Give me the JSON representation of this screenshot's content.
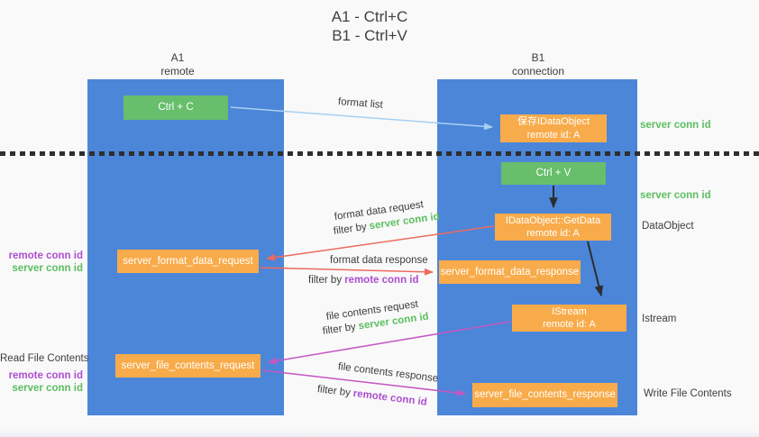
{
  "title": {
    "line1": "A1 - Ctrl+C",
    "line2": "B1 - Ctrl+V"
  },
  "columns": {
    "left": {
      "name": "A1",
      "subtitle": "remote"
    },
    "right": {
      "name": "B1",
      "subtitle": "connection"
    }
  },
  "nodes": {
    "ctrl_c": {
      "label": "Ctrl + C"
    },
    "save_idataobject": {
      "line1": "保存IDataObject",
      "line2": "remote id: A"
    },
    "ctrl_v": {
      "label": "Ctrl + V"
    },
    "getdata": {
      "line1": "IDataObject::GetData",
      "line2": "remote id: A"
    },
    "format_request": {
      "label": "server_format_data_request"
    },
    "format_response": {
      "label": "server_format_data_response"
    },
    "istream": {
      "line1": "IStream",
      "line2": "remote id: A"
    },
    "file_request": {
      "label": "server_file_contents_request"
    },
    "file_response": {
      "label": "server_file_contents_response"
    }
  },
  "flow_labels": {
    "format_list": "format list",
    "format_data_request": "format data request",
    "format_data_response": "format data response",
    "file_contents_request": "file contents request",
    "file_contents_response": "file contents response",
    "filter_by": "filter by",
    "server_conn_id": "server conn id",
    "remote_conn_id": "remote conn id"
  },
  "side_labels": {
    "right_server_conn_id_top": "server conn id",
    "right_server_conn_id_mid": "server conn id",
    "right_dataobject": "DataObject",
    "right_istream": "Istream",
    "right_write_file_contents": "Write File Contents",
    "left_remote_conn_id_1": "remote conn id",
    "left_server_conn_id_1": "server conn id",
    "left_read_file_contents": "Read File Contents",
    "left_remote_conn_id_2": "remote conn id",
    "left_server_conn_id_2": "server conn id"
  },
  "colors": {
    "column_blue": "#4c86d9",
    "node_green": "#67be6b",
    "node_orange": "#f8ab4a",
    "arrow_red": "#ed6a5e",
    "arrow_magenta": "#c557c4",
    "arrow_blue": "#a8d0f0",
    "arrow_black": "#2d2d2d",
    "text_green": "#5cbf60",
    "text_purple": "#ad4fd0",
    "text_dark": "#3d3d3d"
  }
}
